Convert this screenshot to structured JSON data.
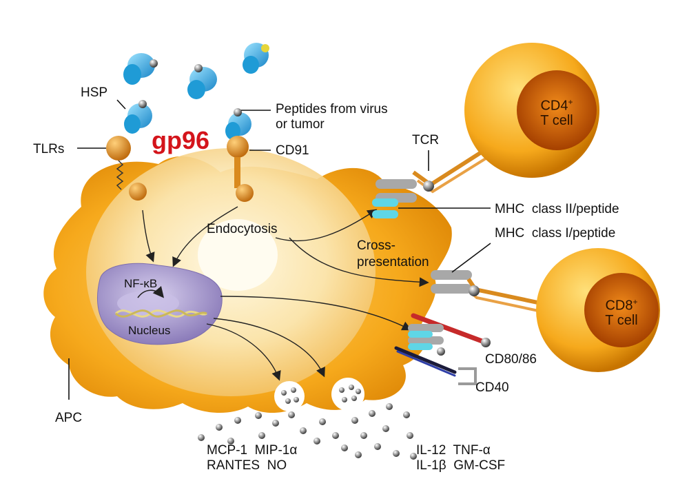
{
  "labels": {
    "hsp": "HSP",
    "gp96": "gp96",
    "tlrs": "TLRs",
    "peptides_line1": "Peptides from virus",
    "peptides_line2": "or tumor",
    "cd91": "CD91",
    "tcr": "TCR",
    "endocytosis": "Endocytosis",
    "cross_line1": "Cross-",
    "cross_line2": "presentation",
    "mhc2": "MHC  class II/peptide",
    "mhc1": "MHC  class I/peptide",
    "nfkb": "NF-κB",
    "nucleus": "Nucleus",
    "cd8086": "CD80/86",
    "cd40": "CD40",
    "apc": "APC",
    "chemokines_line1": "MCP-1  MIP-1α",
    "chemokines_line2": "RANTES  NO",
    "cytokines_line1": "IL-12  TNF-α",
    "cytokines_line2": "IL-1β  GM-CSF",
    "cd4_main": "CD4",
    "cd4_sup": "+",
    "cd4_sub": "T cell",
    "cd8_main": "CD8",
    "cd8_sup": "+",
    "cd8_sub": "T cell"
  },
  "colors": {
    "apc_body": "#f4a41c",
    "hsp_protein": "#2aa9e0",
    "receptor": "#d98a1e",
    "nucleus": "#9b8cc4",
    "mhc_cyan": "#5fd6e6",
    "mhc_gray": "#a8a8a8",
    "gp96_text": "#d4141b",
    "tcell_outer": "#f6a91c",
    "tcell_inner": "#c85a00"
  }
}
